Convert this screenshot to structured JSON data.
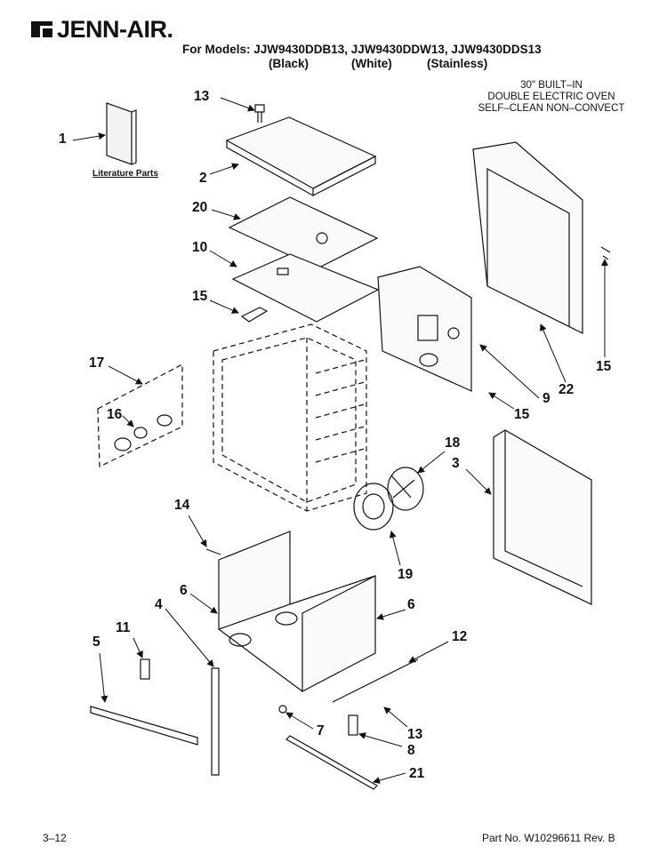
{
  "header": {
    "brand": "JENN-AIR.",
    "models_line": "For Models: JJW9430DDB13, JJW9430DDW13, JJW9430DDS13",
    "finishes": [
      "(Black)",
      "(White)",
      "(Stainless)"
    ]
  },
  "description": [
    "30\" BUILT–IN",
    "DOUBLE ELECTRIC OVEN",
    "SELF–CLEAN NON–CONVECT"
  ],
  "literature_label": "Literature Parts",
  "callouts": {
    "c1": "1",
    "c2": "2",
    "c3": "3",
    "c4": "4",
    "c5": "5",
    "c6a": "6",
    "c6b": "6",
    "c7": "7",
    "c8": "8",
    "c9": "9",
    "c10": "10",
    "c11": "11",
    "c12": "12",
    "c13a": "13",
    "c13b": "13",
    "c14": "14",
    "c15a": "15",
    "c15b": "15",
    "c15c": "15",
    "c16": "16",
    "c17": "17",
    "c18": "18",
    "c19": "19",
    "c20": "20",
    "c21": "21",
    "c22": "22"
  },
  "footer": {
    "page": "3–12",
    "part_no": "Part No. W10296611 Rev. B"
  }
}
